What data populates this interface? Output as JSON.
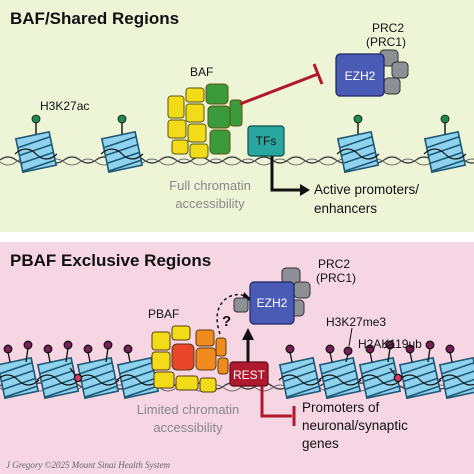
{
  "colors": {
    "top_panel": "#eef4d6",
    "bottom_panel": "#f6d6e3",
    "baf_yellow": "#f2dc1a",
    "baf_green": "#3a9a3c",
    "pbaf_orange": "#f08b1e",
    "pbaf_red": "#e8452a",
    "ezh2_blue": "#4a5bb5",
    "tf_teal": "#2aa6a0",
    "rest_red": "#b0182e",
    "inhibit_line": "#b0182e",
    "h3k27ac_green": "#1f8a4d",
    "h3k27me3_purple": "#7a1f5a",
    "nucleosome_blue": "#8fd3ef"
  },
  "top": {
    "title": "BAF/Shared Regions",
    "prc2_label": "PRC2",
    "prc1_label": "(PRC1)",
    "ezh2_label": "EZH2",
    "baf_label": "BAF",
    "h3k27ac_label": "H3K27ac",
    "tfs_label": "TFs",
    "accessibility_line1": "Full chromatin",
    "accessibility_line2": "accessibility",
    "outcome_line1": "Active promoters/",
    "outcome_line2": "enhancers"
  },
  "bottom": {
    "title": "PBAF Exclusive Regions",
    "prc2_label": "PRC2",
    "prc1_label": "(PRC1)",
    "ezh2_label": "EZH2",
    "pbaf_label": "PBAF",
    "question_mark": "?",
    "h3k27me3_label": "H3K27me3",
    "h2ak119ub_label": "H2AK119ub",
    "rest_label": "REST",
    "accessibility_line1": "Limited chromatin",
    "accessibility_line2": "accessibility",
    "outcome_line1": "Promoters of",
    "outcome_line2": "neuronal/synaptic",
    "outcome_line3": "genes"
  },
  "credit": "J Gregory ©2025 Mount Sinai Health System"
}
